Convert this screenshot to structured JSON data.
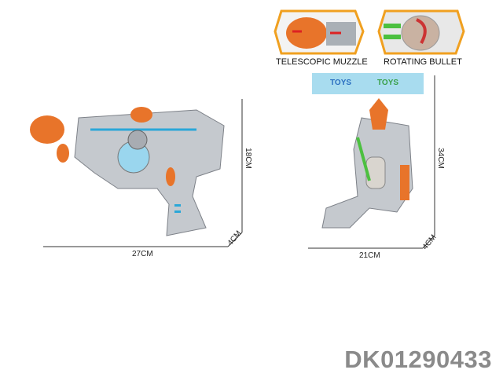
{
  "features": [
    {
      "label": "TELESCOPIC MUZZLE",
      "icon": "telescopic-muzzle-image"
    },
    {
      "label": "ROTATING BULLET",
      "icon": "rotating-bullet-image"
    }
  ],
  "product_left": {
    "width": "27CM",
    "height": "18CM",
    "depth": "4CM"
  },
  "product_right": {
    "width": "21CM",
    "height": "34CM",
    "depth": "4CM"
  },
  "header_card": {
    "brand": "TOYS"
  },
  "product_code": "DK01290433",
  "colors": {
    "orange": "#e8742a",
    "frame": "#f0a020",
    "blue": "#2aa7d8",
    "green": "#4cc040",
    "silver": "#b8bcc2"
  }
}
